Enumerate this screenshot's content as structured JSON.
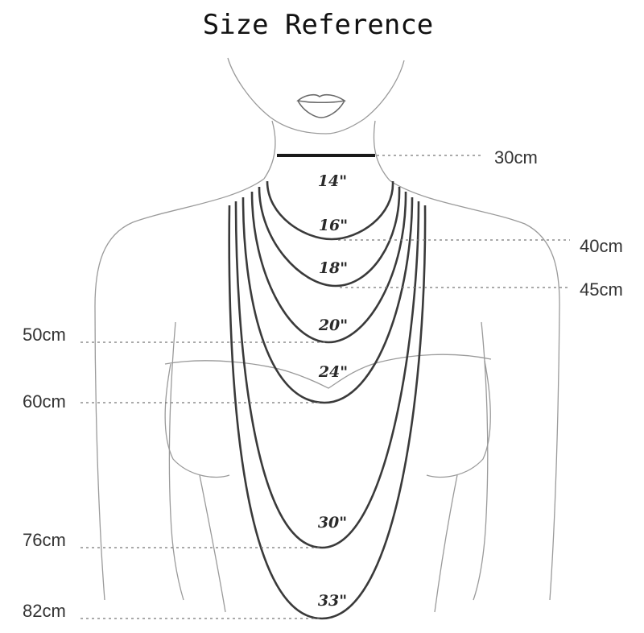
{
  "title": "Size Reference",
  "sizes": [
    {
      "inch": "14\"",
      "cm": "30cm"
    },
    {
      "inch": "16\"",
      "cm": "40cm"
    },
    {
      "inch": "18\"",
      "cm": "45cm"
    },
    {
      "inch": "20\"",
      "cm": "50cm"
    },
    {
      "inch": "24\"",
      "cm": "60cm"
    },
    {
      "inch": "30\"",
      "cm": "76cm"
    },
    {
      "inch": "33\"",
      "cm": "82cm"
    }
  ],
  "colors": {
    "outline": "#9a9a9a",
    "chain": "#3a3a3a",
    "choker": "#1a1a1a",
    "text": "#333333"
  }
}
